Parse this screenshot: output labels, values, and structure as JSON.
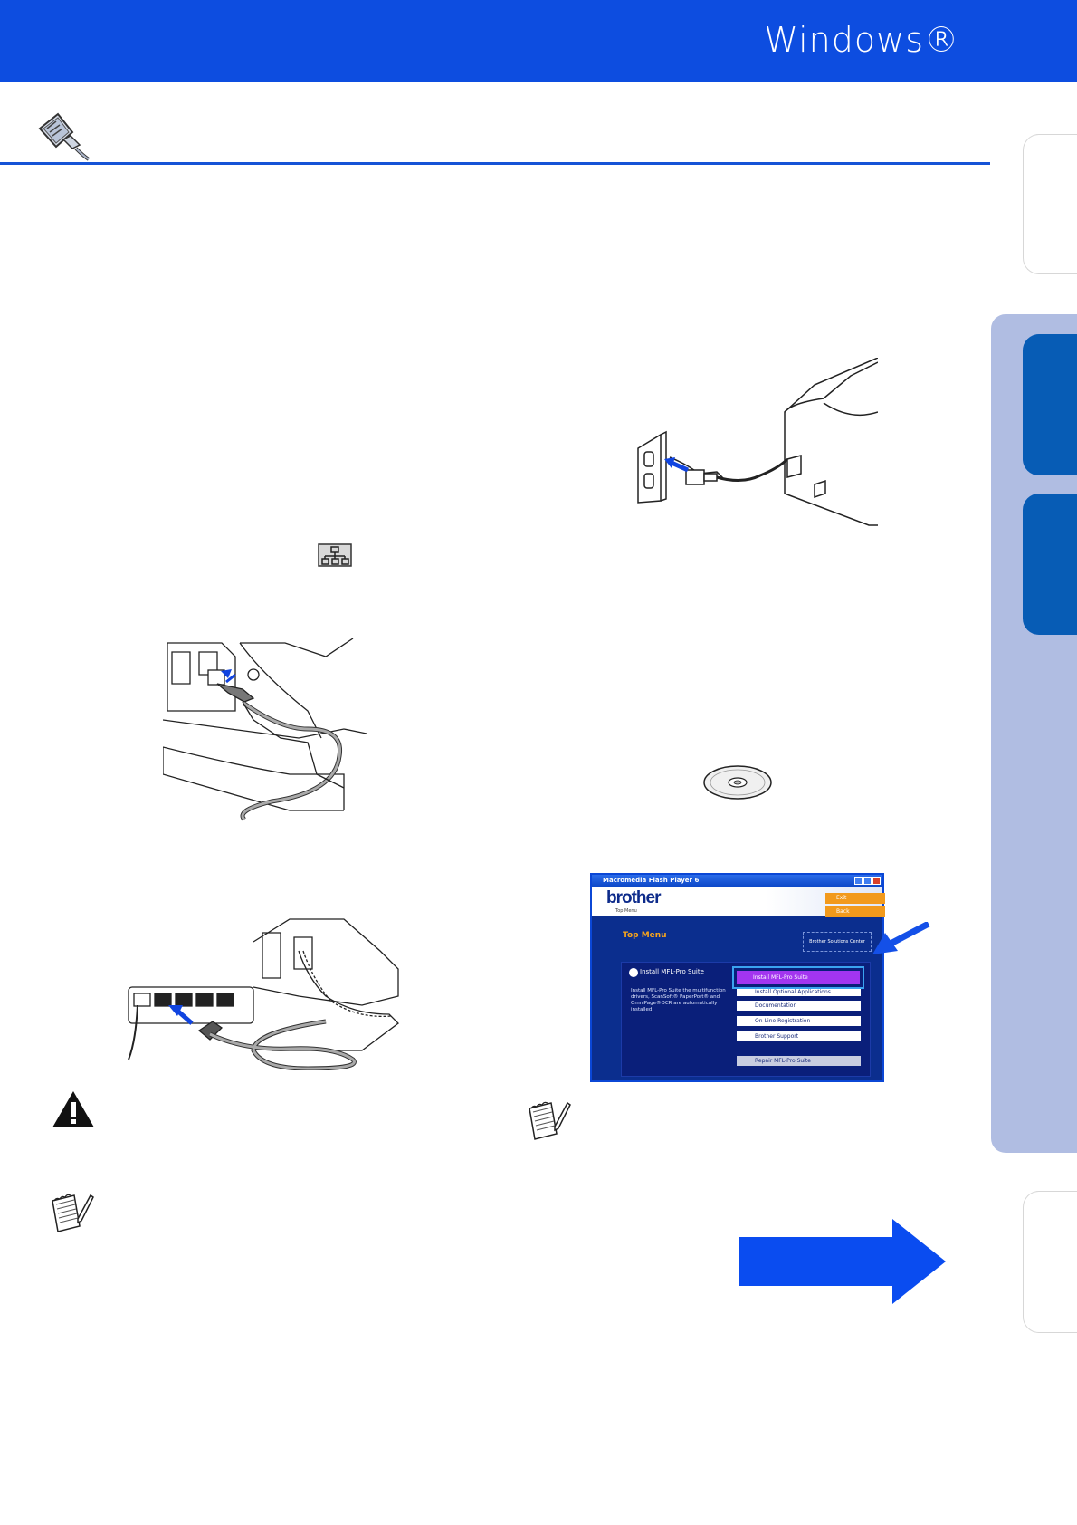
{
  "header": {
    "os_title": "Windows®"
  },
  "flash_player": {
    "window_title": "Macromedia Flash Player 6",
    "logo": "brother",
    "subtitle": "Top Menu",
    "exit_label": "Exit",
    "back_label": "Back",
    "top_menu_label": "Top Menu",
    "solutions_label": "Brother Solutions Center",
    "description_title": "Install MFL-Pro Suite",
    "description": "Install MFL-Pro Suite the multifunction drivers, ScanSoft® PaperPort® and OmniPage®OCR are automatically installed.",
    "menu": [
      "Install MFL-Pro Suite",
      "Install Optional Applications",
      "Documentation",
      "On-Line Registration",
      "Brother Support",
      "Repair MFL-Pro Suite"
    ]
  },
  "colors": {
    "header_blue": "#0d4de0",
    "tab_blue": "#075cb5",
    "side_panel": "#b0bde2",
    "arrow_blue": "#0a4cf0"
  },
  "icons": [
    "network-cable-icon",
    "warning-icon",
    "note-icon",
    "cd-rom-icon",
    "next-page-arrow-icon"
  ]
}
